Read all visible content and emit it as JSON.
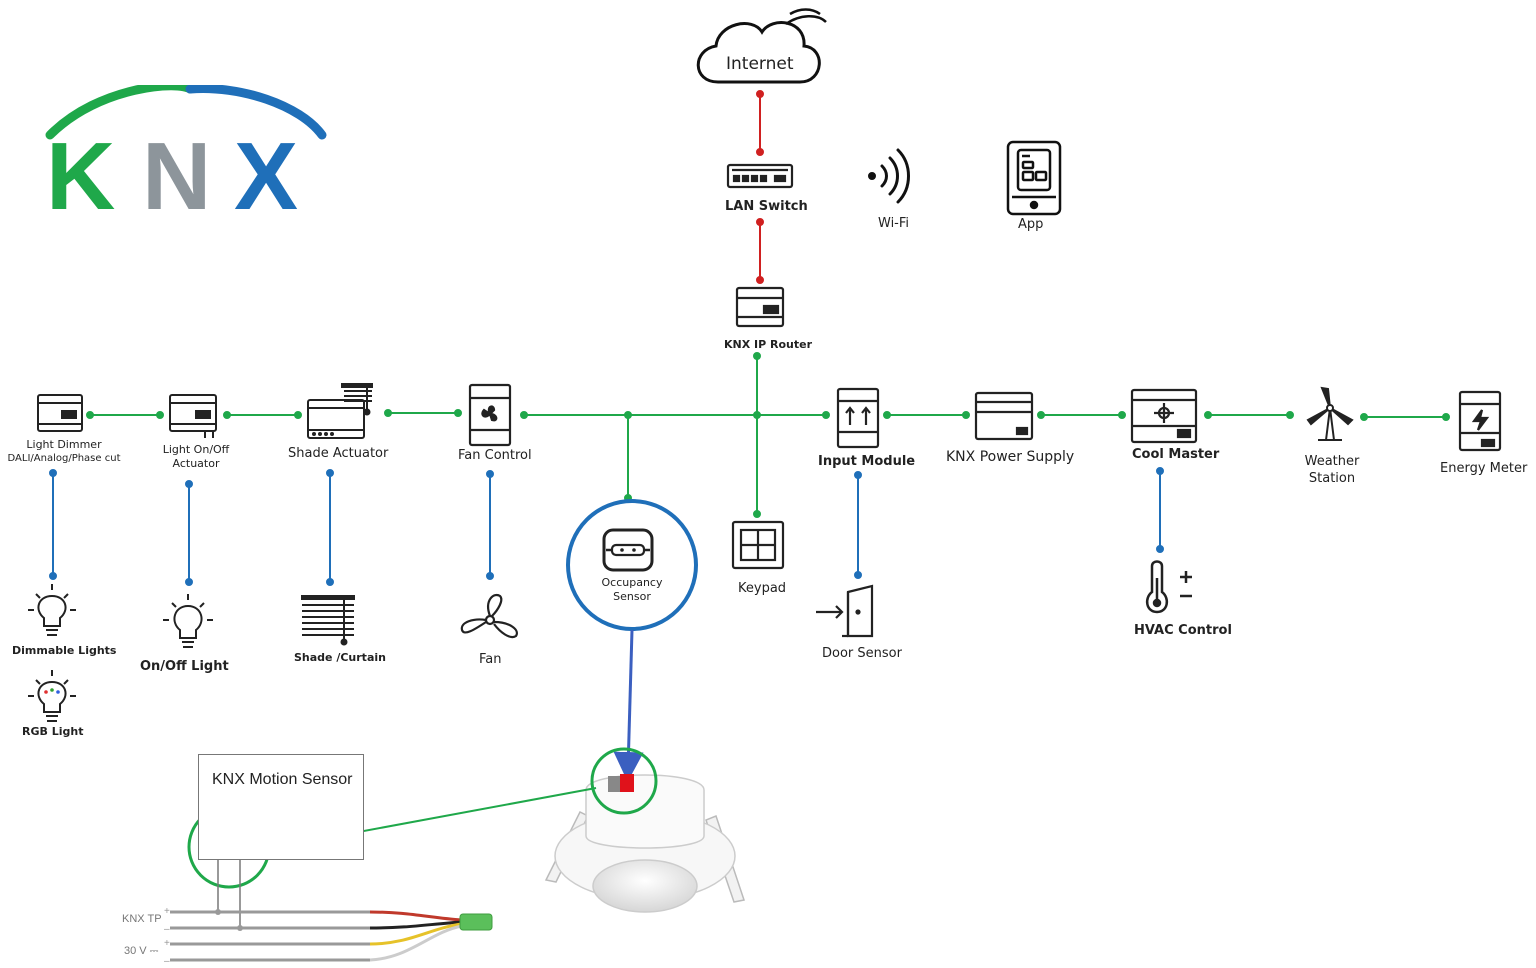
{
  "logo": {
    "text": "KNX",
    "colors": {
      "arc_green": "#1fa84a",
      "arc_blue": "#1f6fb9",
      "k": "#1fa84a",
      "n": "#8d959b",
      "x": "#1f6fb9"
    }
  },
  "colors": {
    "bus_green": "#1fa84a",
    "ip_red": "#d02020",
    "load_blue": "#1f6fb9",
    "device_stroke": "#222222"
  },
  "network": {
    "internet": "Internet",
    "lan_switch": "LAN Switch",
    "wifi": "Wi-Fi",
    "app": "App",
    "knx_ip_router": "KNX IP Router"
  },
  "bus_devices": {
    "light_dimmer": [
      "Light Dimmer",
      "DALI/Analog/Phase cut"
    ],
    "light_onoff": [
      "Light On/Off",
      "Actuator"
    ],
    "shade_actuator": "Shade Actuator",
    "fan_control": "Fan Control",
    "input_module": "Input Module",
    "knx_power_supply": "KNX Power Supply",
    "cool_master": "Cool Master",
    "weather_station": [
      "Weather",
      "Station"
    ],
    "energy_meter": "Energy Meter"
  },
  "loads": {
    "dimmable_lights": "Dimmable Lights",
    "rgb_light": "RGB Light",
    "onoff_light": "On/Off Light",
    "shade_curtain": "Shade /Curtain",
    "fan": "Fan",
    "occupancy_sensor": [
      "Occupancy",
      "Sensor"
    ],
    "keypad": "Keypad",
    "door_sensor": "Door Sensor",
    "hvac_control": "HVAC Control"
  },
  "motion_sensor": {
    "title": "KNX Motion Sensor",
    "wire_labels": {
      "knx_tp": "KNX TP",
      "v30": "30 V ⎓"
    },
    "terminal_colors": {
      "red": "#e0121b",
      "black": "#111111"
    },
    "wire_colors": [
      "#c0392b",
      "#222222",
      "#e6c229",
      "#cccccc"
    ]
  }
}
